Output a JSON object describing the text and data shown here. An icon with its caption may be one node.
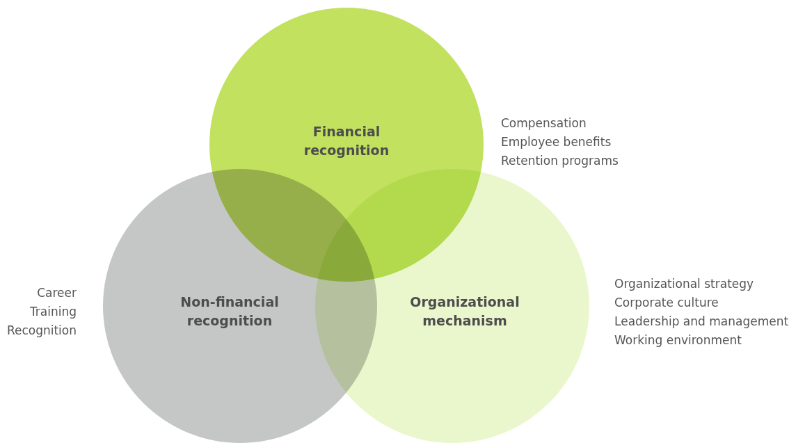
{
  "diagram": {
    "nodes": [
      {
        "text": [
          "Financial recognition"
        ],
        "beside": [
          "Compensation",
          "Employee benefits",
          "Retention programs"
        ]
      },
      {
        "text": [
          "Non-financial recognition"
        ],
        "beside": [
          "Career",
          "Training",
          "Recognition"
        ]
      },
      {
        "text": [
          "Organizational mechanism"
        ],
        "beside": [
          "Organizational strategy",
          "Corporate culture",
          "Leadership and management",
          "Working environment"
        ]
      }
    ],
    "edges": []
  }
}
